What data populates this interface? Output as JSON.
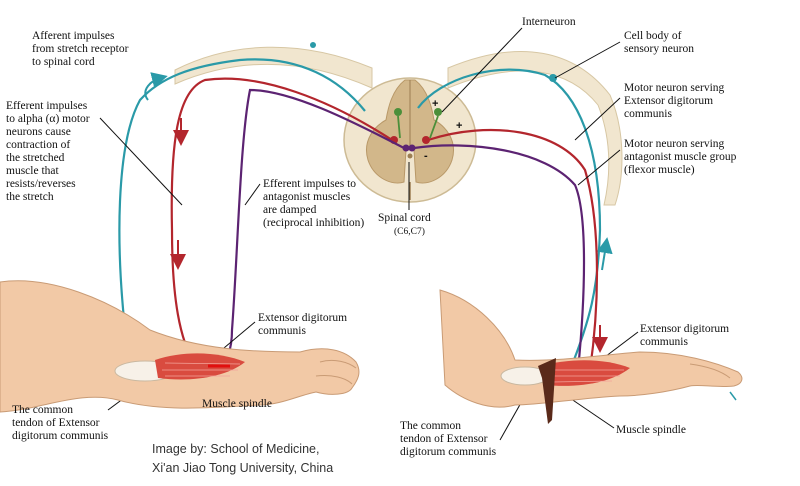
{
  "labels": {
    "afferent": "Afferent impulses\nfrom stretch receptor\nto spinal cord",
    "efferent_alpha": "Efferent impulses\nto alpha (α) motor\nneurons cause\ncontraction of\nthe stretched\nmuscle that\nresists/reverses\nthe stretch",
    "efferent_damped": "Efferent impulses to\nantagonist muscles\nare damped\n(reciprocal inhibition)",
    "spinal_cord": "Spinal cord",
    "spinal_level": "(C6,C7)",
    "interneuron": "Interneuron",
    "cell_body": "Cell body of\nsensory neuron",
    "motor_extensor": "Motor neuron serving\nExtensor digitorum\ncommunis",
    "motor_antagonist": "Motor neuron serving\nantagonist muscle group\n(flexor muscle)",
    "extensor_left": "Extensor digitorum\ncommunis",
    "spindle_left": "Muscle spindle",
    "tendon_left": "The common\ntendon of Extensor\ndigitorum communis",
    "extensor_right": "Extensor digitorum\ncommunis",
    "spindle_right": "Muscle spindle",
    "tendon_right": "The common\ntendon of Extensor\ndigitorum communis",
    "plus_sign": "+",
    "minus_sign": "-"
  },
  "credit": "Image by: School of Medicine,\nXi'an Jiao Tong University, China",
  "colors": {
    "sensory": "#2a9aa8",
    "motor_extensor": "#b3262d",
    "motor_antagonist": "#5c2372",
    "cord_white": "#f1e6cf",
    "cord_grey": "#d2b78a",
    "skin": "#f2c9a6",
    "muscle": "#d94b3f"
  }
}
